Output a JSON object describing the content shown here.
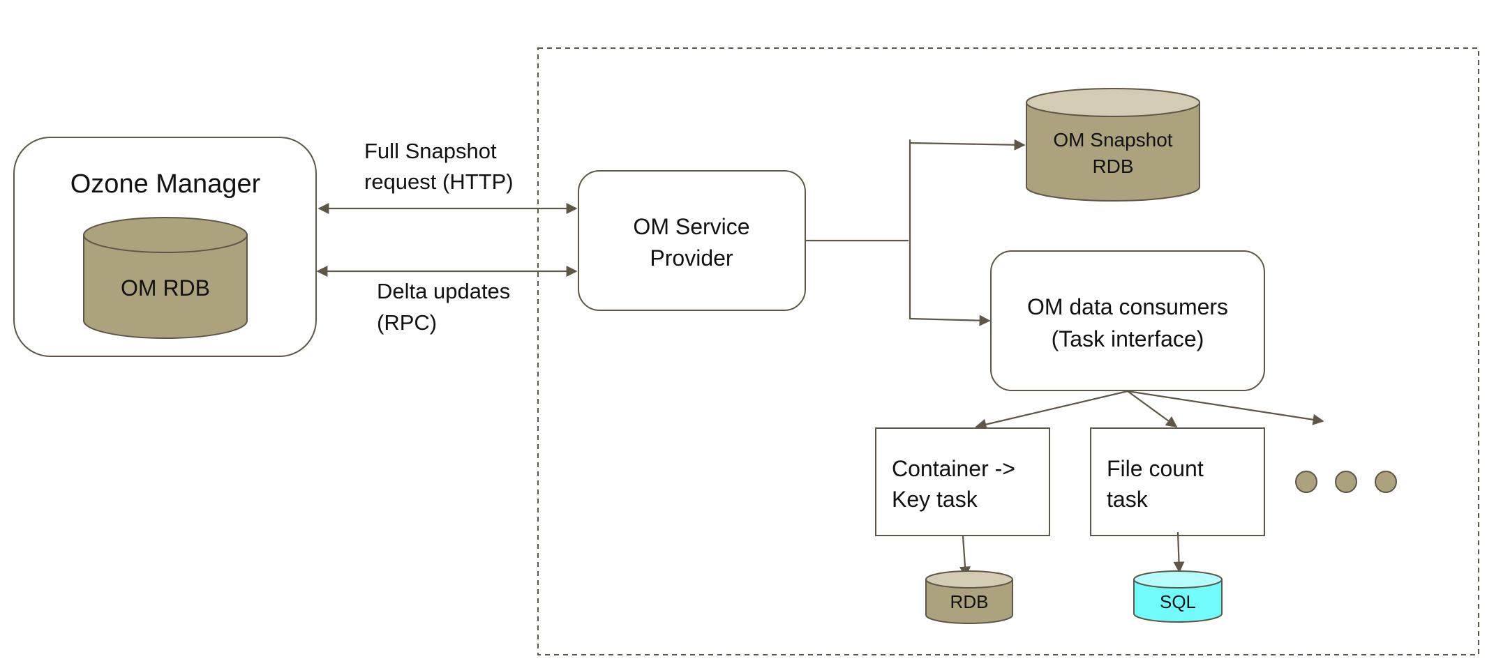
{
  "colors": {
    "stroke": "#5e5646",
    "db_body": "#ada27e",
    "db_top": "#d3cbb3",
    "sql_body": "#72fbfb",
    "sql_top": "#b8fdfd",
    "box_fill": "#ffffff",
    "text": "#111111"
  },
  "nodes": {
    "ozone_manager": {
      "title": "Ozone Manager"
    },
    "om_rdb": {
      "label": "OM RDB"
    },
    "om_service_provider": {
      "line1": "OM Service",
      "line2": "Provider"
    },
    "om_snapshot_rdb": {
      "line1": "OM Snapshot",
      "line2": "RDB"
    },
    "om_data_consumers": {
      "line1": "OM data consumers",
      "line2": "(Task interface)"
    },
    "container_key_task": {
      "line1": "Container ->",
      "line2": "Key task"
    },
    "file_count_task": {
      "line1": "File count",
      "line2": "task"
    },
    "rdb": {
      "label": "RDB"
    },
    "sql": {
      "label": "SQL"
    }
  },
  "edges": {
    "full_snapshot": {
      "line1": "Full Snapshot",
      "line2": "request (HTTP)"
    },
    "delta_updates": {
      "line1": "Delta updates",
      "line2": "(RPC)"
    }
  }
}
